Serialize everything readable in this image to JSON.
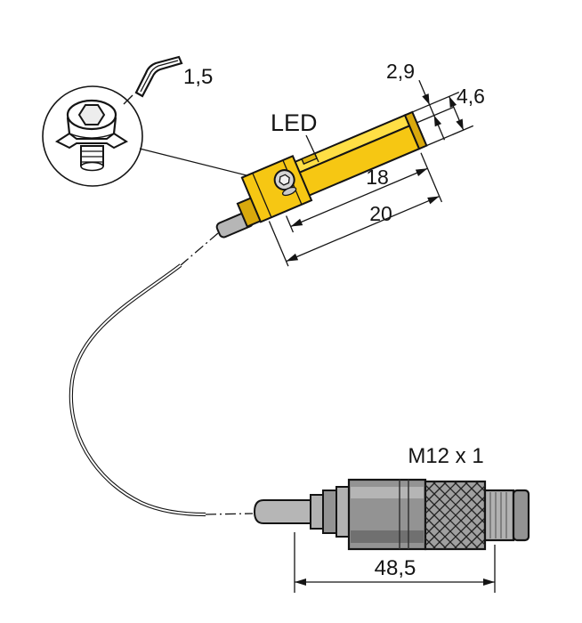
{
  "annotations": {
    "hex_key_size": "1,5",
    "led_label": "LED",
    "dim_top_width": "2,9",
    "dim_end_height": "4,6",
    "dim_length_inner": "18",
    "dim_length_outer": "20",
    "thread_label": "M12 x 1",
    "dim_connector_length": "48,5"
  },
  "colors": {
    "background": "#ffffff",
    "line": "#141414",
    "sensor_top": "#ffdf45",
    "sensor_front": "#f6c713",
    "sensor_end": "#d9a90d",
    "slot": "#e0b70f",
    "cable": "#b6b6b6",
    "connector_light": "#b2b2b2",
    "connector_mid": "#939393",
    "connector_dark": "#707070",
    "knurl_base": "#a0a0a0"
  }
}
